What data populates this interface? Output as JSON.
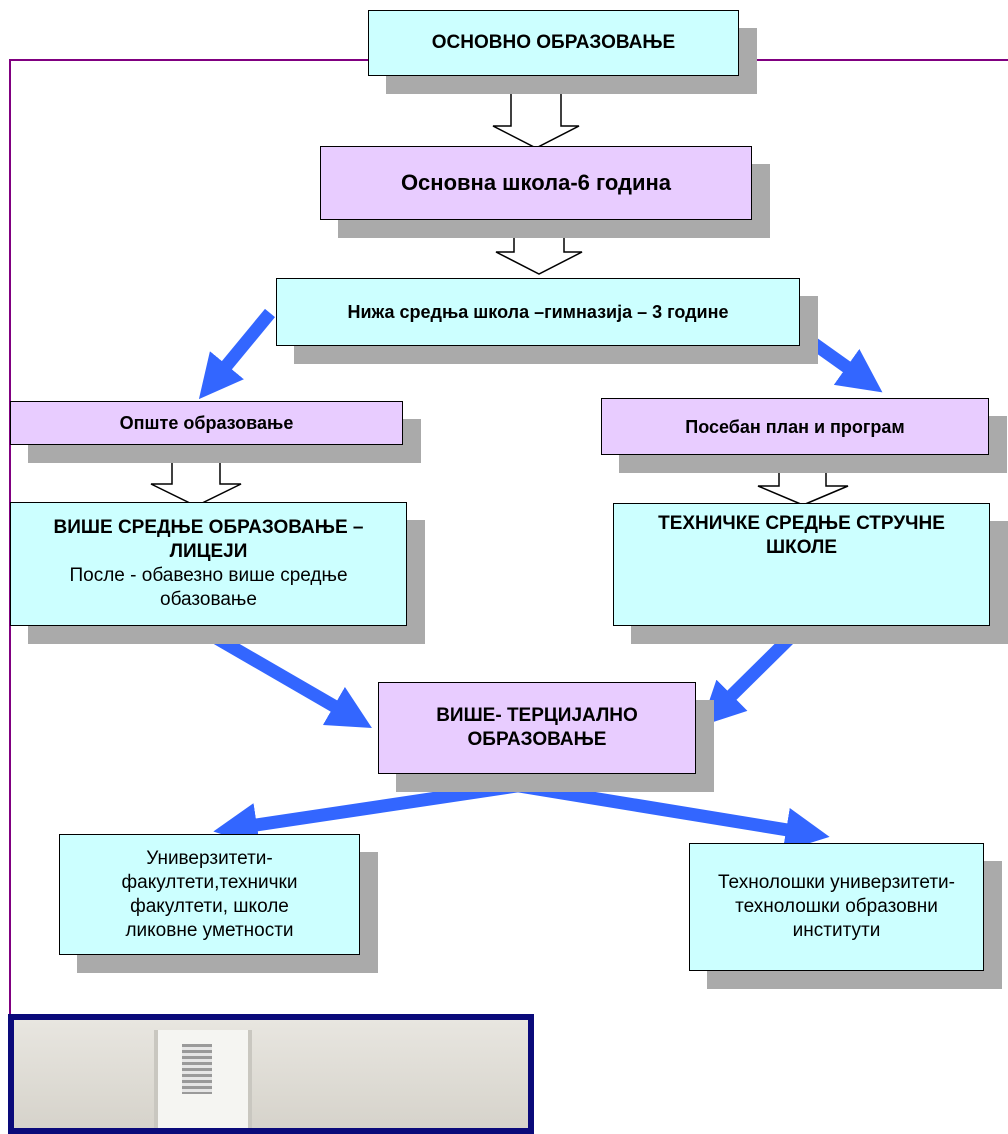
{
  "diagram": {
    "title": "ОСНОВНО ОБРАЗОВАЊЕ",
    "nodes": {
      "primary_school": "Основна школа-6 година",
      "lower_secondary": "Нижа средња школа –гимназија – 3 године",
      "general_education": "Опште образовање",
      "special_plan": "Посебан план и програм",
      "upper_secondary_title": "ВИШЕ СРЕДЊЕ ОБРАЗОВАЊЕ –ЛИЦЕЈИ",
      "upper_secondary_note": "После - обавезно више средње обазовање",
      "technical_schools": "ТЕХНИЧКЕ СРЕДЊЕ СТРУЧНЕ ШКОЛЕ",
      "tertiary": "ВИШЕ- ТЕРЦИЈАЛНО ОБРАЗОВАЊЕ",
      "universities": "Универзитети- факултети,технички факултети, школе ликовне уметности",
      "tech_universities": "Технолошки универзитети- технолошки образовни институти"
    },
    "colors": {
      "cyan_box": "#ccffff",
      "lavender_box": "#e8ccff",
      "shadow": "#aaaaaa",
      "blue_arrow": "#3366ff",
      "frame": "#800080",
      "photo_border": "#0a0a7a"
    }
  }
}
